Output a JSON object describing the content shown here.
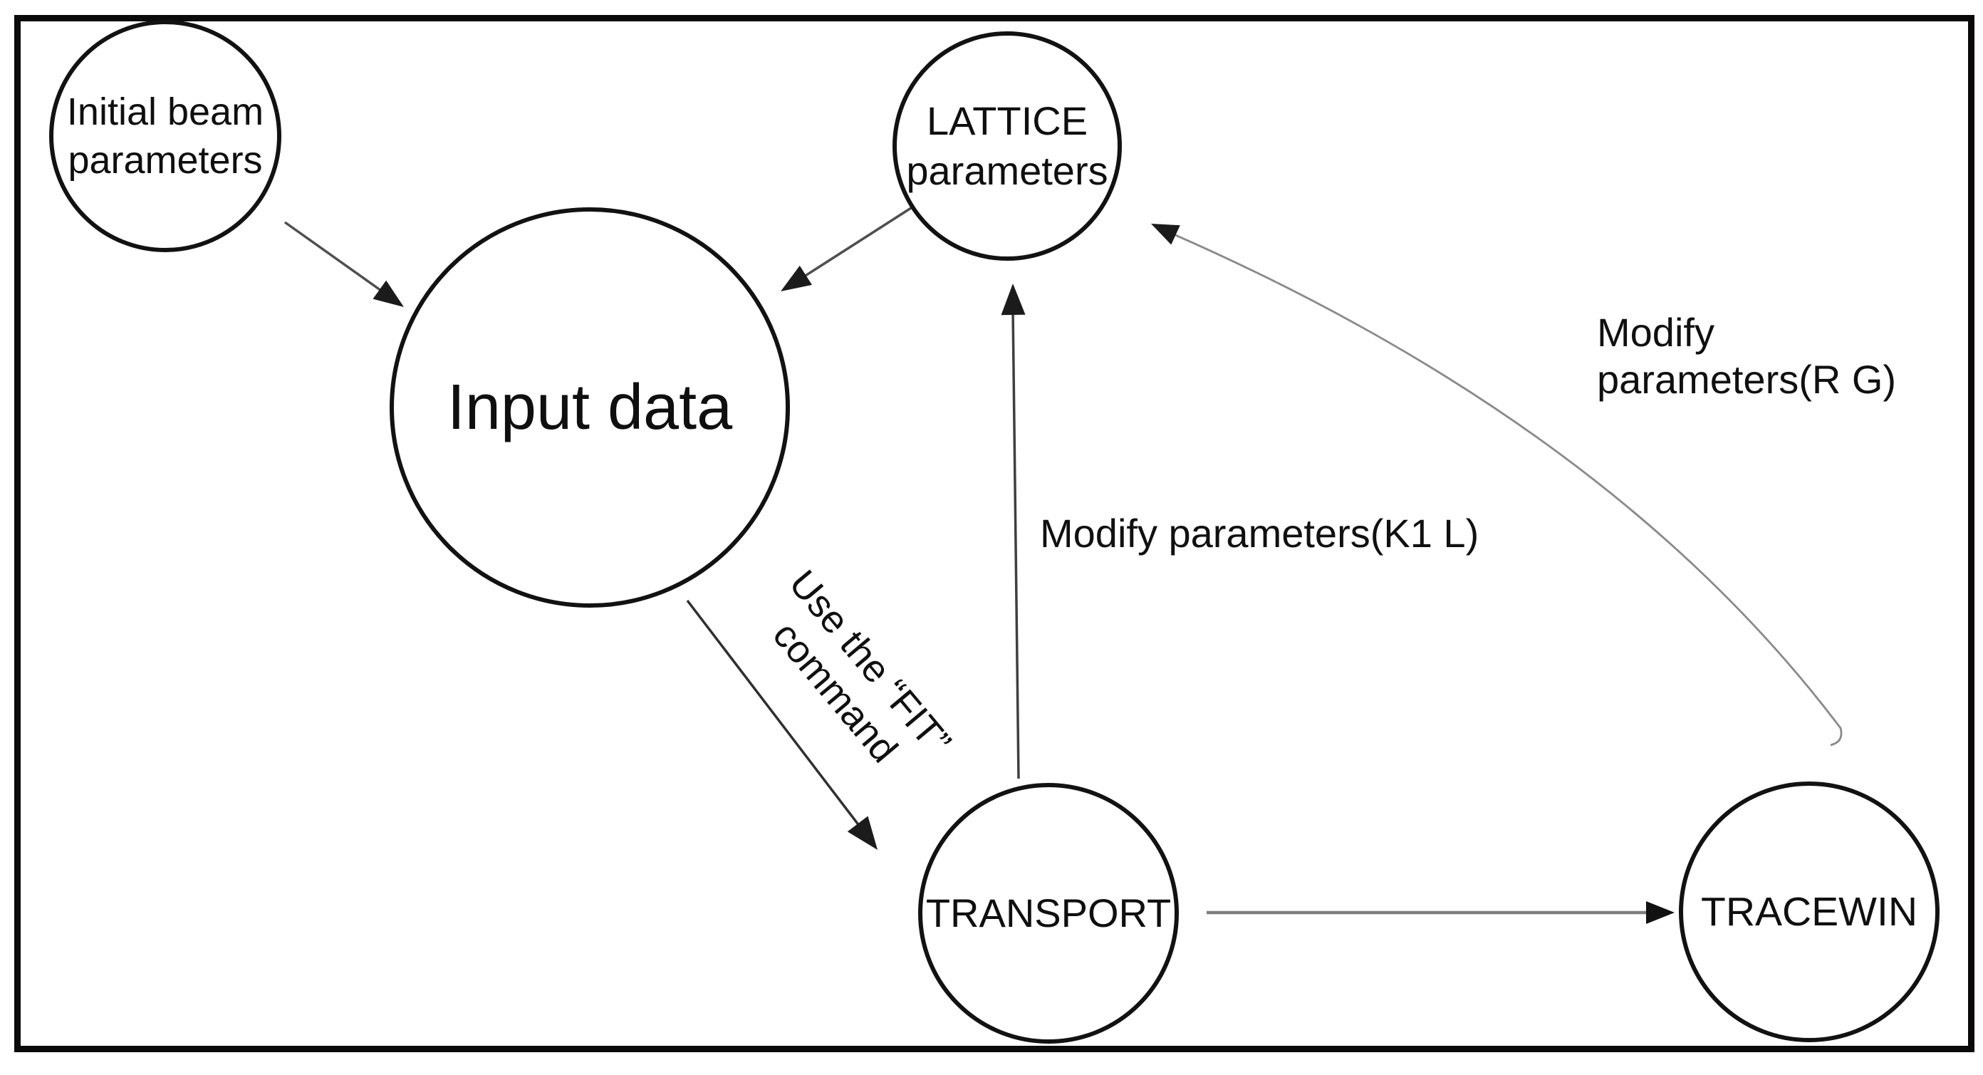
{
  "diagram": {
    "nodes": [
      {
        "id": "initial-beam",
        "label": "Initial beam\nparameters"
      },
      {
        "id": "input-data",
        "label": "Input data"
      },
      {
        "id": "lattice",
        "label": "LATTICE\nparameters"
      },
      {
        "id": "transport",
        "label": "TRANSPORT"
      },
      {
        "id": "tracewin",
        "label": "TRACEWIN"
      }
    ],
    "edges": [
      {
        "from": "initial-beam",
        "to": "input-data",
        "label": ""
      },
      {
        "from": "lattice",
        "to": "input-data",
        "label": ""
      },
      {
        "from": "input-data",
        "to": "transport",
        "label": "Use the “FIT”\ncommand"
      },
      {
        "from": "transport",
        "to": "lattice",
        "label": "Modify parameters(K1 L)"
      },
      {
        "from": "transport",
        "to": "tracewin",
        "label": ""
      },
      {
        "from": "tracewin",
        "to": "lattice",
        "label": "Modify\nparameters(R G)"
      }
    ],
    "colors": {
      "frame": "#0a0a0a",
      "node_stroke": "#121212",
      "straight_arrow": "#4f4f4f",
      "horizontal_arrow": "#7d7d7d",
      "curved_arrow": "#8a8a8a",
      "arrowhead": "#1b1b1b"
    }
  }
}
